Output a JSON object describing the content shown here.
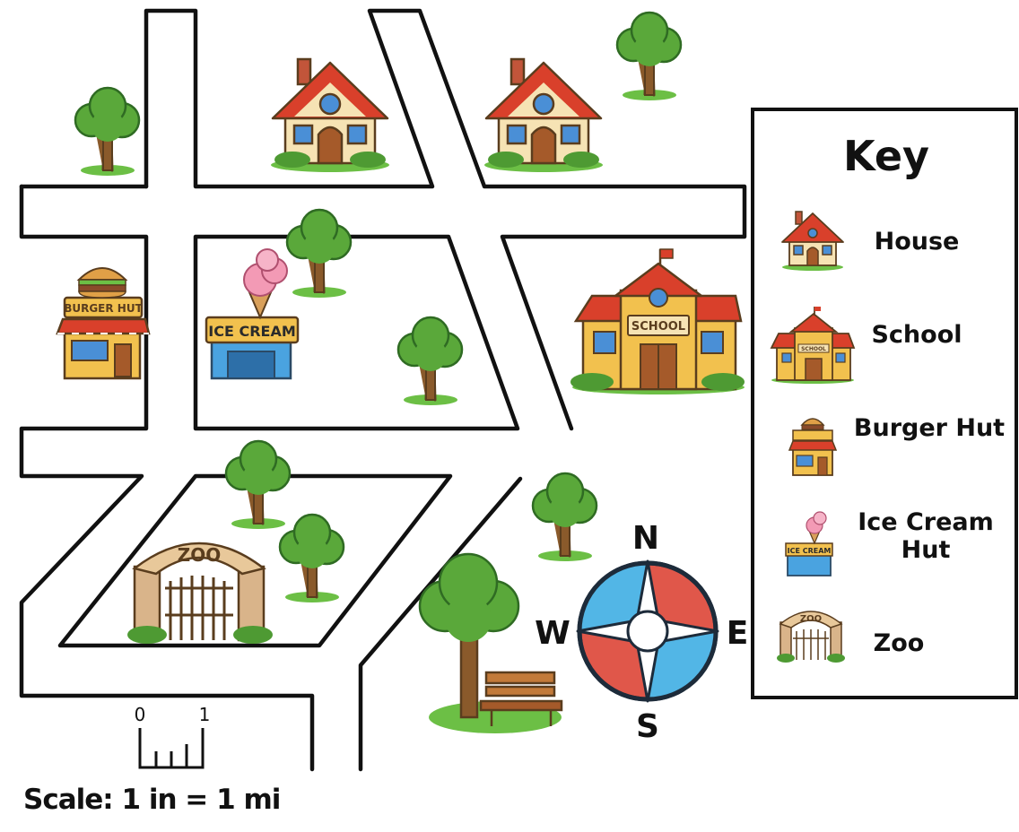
{
  "key": {
    "title": "Key",
    "items": [
      {
        "icon": "house-icon",
        "lines": [
          "House"
        ]
      },
      {
        "icon": "school-icon",
        "lines": [
          "School"
        ]
      },
      {
        "icon": "burger-hut-icon",
        "lines": [
          "Burger Hut"
        ]
      },
      {
        "icon": "ice-cream-hut-icon",
        "lines": [
          "Ice Cream",
          "Hut"
        ]
      },
      {
        "icon": "zoo-icon",
        "lines": [
          "Zoo"
        ]
      }
    ]
  },
  "signs": {
    "burger_hut": "BURGER HUT",
    "ice_cream": "ICE CREAM",
    "school": "SCHOOL",
    "zoo": "ZOO",
    "key_ice_cream": "ICE CREAM",
    "key_school": "SCHOOL",
    "key_zoo": "ZOO"
  },
  "compass": {
    "north": "N",
    "south": "S",
    "east": "E",
    "west": "W"
  },
  "scale": {
    "tick_start": "0",
    "tick_end": "1",
    "label": "Scale: 1 in = 1 mi"
  },
  "colors": {
    "road_outline": "#111111",
    "roof": "#d9402b",
    "wall": "#f6e3b4",
    "school_wall": "#f2c14e",
    "tree": "#5aa83a",
    "trunk": "#8a5a2b",
    "compass_red": "#e0574a",
    "compass_blue": "#52b6e6"
  }
}
